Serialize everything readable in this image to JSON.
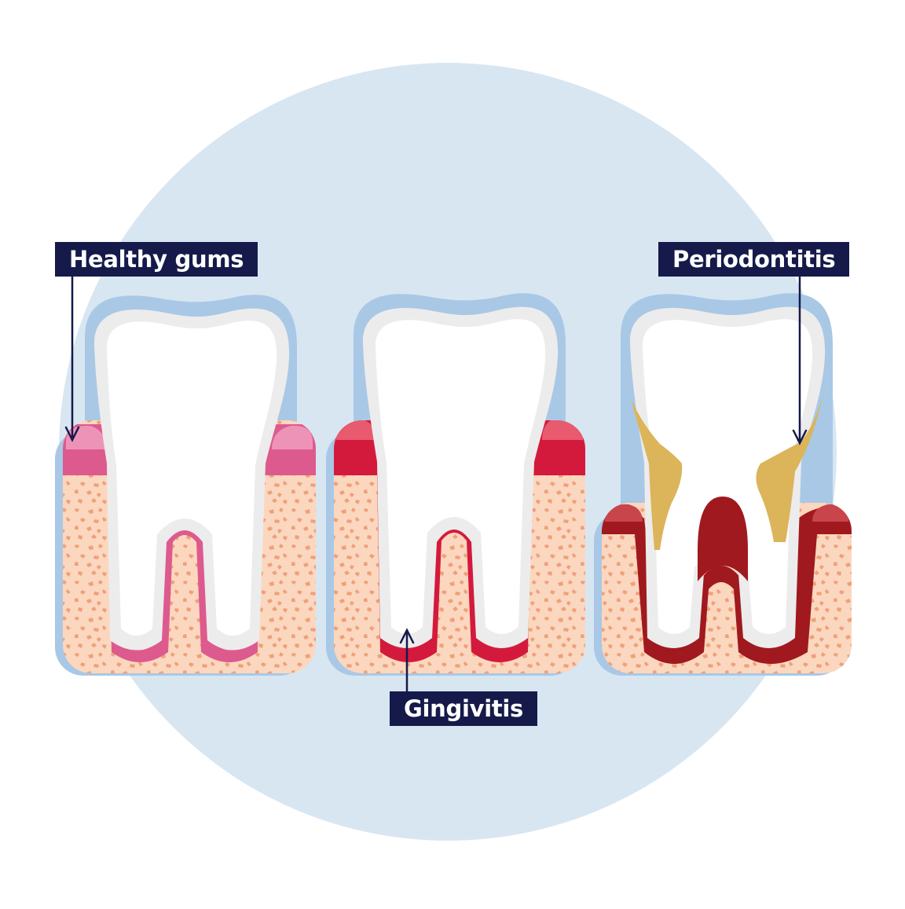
{
  "labels": {
    "healthy": "Healthy gums",
    "gingivitis": "Gingivitis",
    "periodontitis": "Periodontitis"
  },
  "colors": {
    "background_circle": "#d8e6f2",
    "tooth_shadow": "#a9c8e6",
    "tooth_outline": "#ececec",
    "tooth": "#ffffff",
    "bone": "#fbd7bf",
    "bone_speckle": "#f0a078",
    "healthy_gum": "#dd5a8e",
    "healthy_gum_tip": "#ee93b8",
    "gingivitis_gum": "#d41a3c",
    "gingivitis_gum_tip": "#e85a6e",
    "periodontitis_gum": "#a0191e",
    "periodontitis_gum_tip": "#c8454b",
    "tartar": "#dcb45a",
    "label_bg": "#151a4a",
    "label_text": "#ffffff",
    "arrow": "#151a4a"
  }
}
